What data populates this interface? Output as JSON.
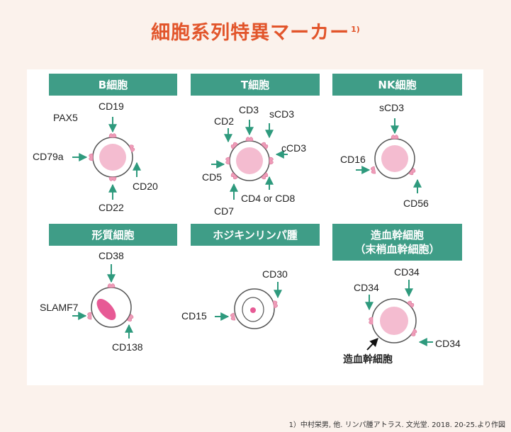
{
  "title": "細胞系列特異マーカー",
  "title_ref": "1)",
  "panels": {
    "b_cell": {
      "header": "B細胞",
      "markers": {
        "pax5": "PAX5",
        "cd19": "CD19",
        "cd79a": "CD79a",
        "cd20": "CD20",
        "cd22": "CD22"
      }
    },
    "t_cell": {
      "header": "T細胞",
      "markers": {
        "cd3": "CD3",
        "scd3": "sCD3",
        "cd2": "CD2",
        "ccd3": "cCD3",
        "cd5": "CD5",
        "cd4_or_cd8": "CD4 or CD8",
        "cd7": "CD7"
      }
    },
    "nk_cell": {
      "header": "NK細胞",
      "markers": {
        "scd3": "sCD3",
        "cd16": "CD16",
        "cd56": "CD56"
      }
    },
    "plasma_cell": {
      "header": "形質細胞",
      "markers": {
        "cd38": "CD38",
        "slamf7": "SLAMF7",
        "cd138": "CD138"
      }
    },
    "hodgkin": {
      "header": "ホジキンリンパ腫",
      "markers": {
        "cd30": "CD30",
        "cd15": "CD15"
      }
    },
    "stem_cell": {
      "header_line1": "造血幹細胞",
      "header_line2": "（末梢血幹細胞）",
      "markers": {
        "cd34_top": "CD34",
        "cd34_left": "CD34",
        "cd34_right": "CD34"
      },
      "cell_label": "造血幹細胞"
    }
  },
  "footnote": "1）中村栄男, 他. リンパ腫アトラス. 文光堂. 2018. 20-25.より作図",
  "colors": {
    "title": "#e2552b",
    "header_bg": "#3f9d87",
    "arrow": "#2e9a7d",
    "nucleus": "#f4bcd0",
    "receptor": "#ef9cb8",
    "page_bg": "#fbf2ec"
  }
}
